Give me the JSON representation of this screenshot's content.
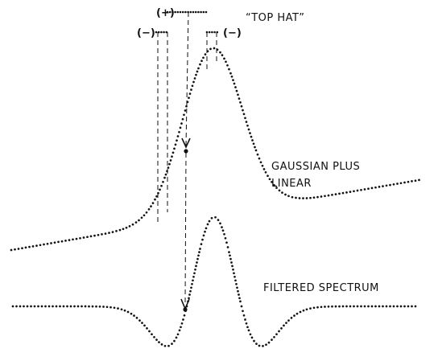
{
  "labels": {
    "top_hat": "“TOP HAT”",
    "curve_upper_line1": "GAUSSIAN PLUS",
    "curve_upper_line2": "LINEAR",
    "curve_lower": "FILTERED SPECTRUM"
  },
  "filter_signs": {
    "center": "(+)",
    "left": "(−)",
    "right": "(−)"
  },
  "colors": {
    "ink": "#111111",
    "background": "#ffffff"
  }
}
